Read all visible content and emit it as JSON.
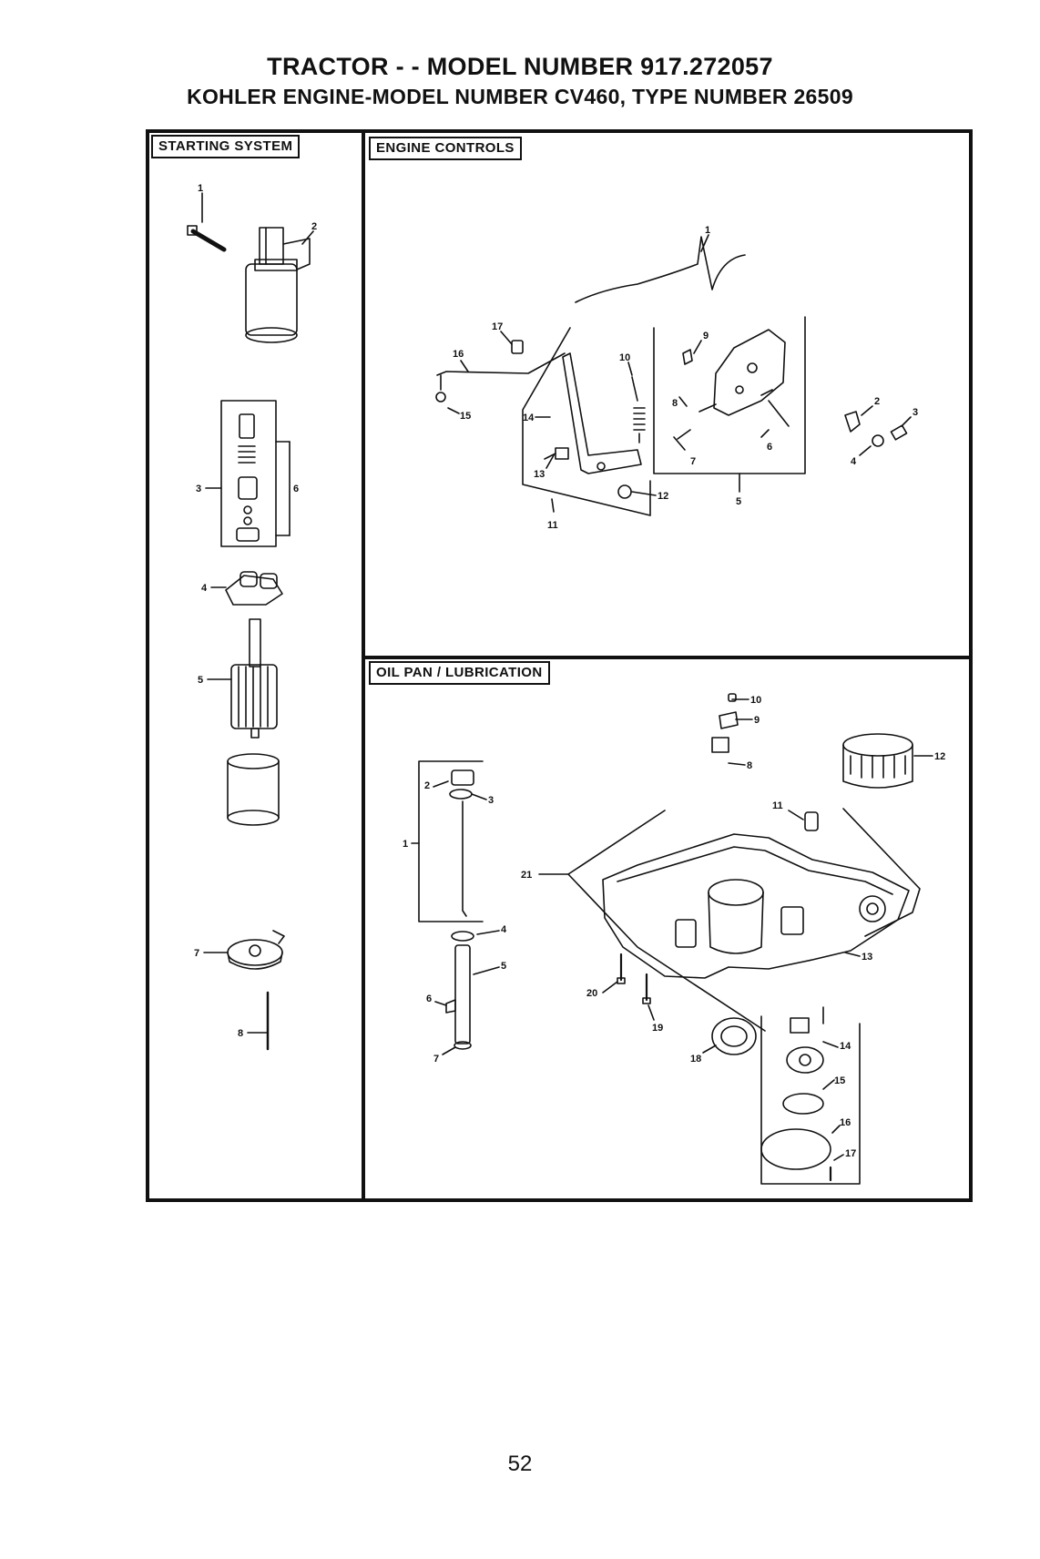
{
  "header": {
    "title_line1": "TRACTOR - - MODEL NUMBER 917.272057",
    "title_line2": "KOHLER ENGINE-MODEL NUMBER CV460, TYPE NUMBER 26509"
  },
  "sections": {
    "starting_system": "STARTING SYSTEM",
    "engine_controls": "ENGINE CONTROLS",
    "oil_pan": "OIL PAN / LUBRICATION"
  },
  "callouts": {
    "starting_system": [
      "1",
      "2",
      "3",
      "6",
      "4",
      "5",
      "7",
      "8"
    ],
    "engine_controls": [
      "1",
      "17",
      "16",
      "15",
      "14",
      "13",
      "11",
      "12",
      "10",
      "9",
      "8",
      "7",
      "6",
      "5",
      "2",
      "3",
      "4"
    ],
    "oil_pan": [
      "10",
      "9",
      "8",
      "12",
      "11",
      "2",
      "3",
      "1",
      "21",
      "4",
      "5",
      "13",
      "6",
      "20",
      "19",
      "18",
      "7",
      "14",
      "15",
      "16",
      "17"
    ]
  },
  "footer": {
    "page_number": "52"
  }
}
